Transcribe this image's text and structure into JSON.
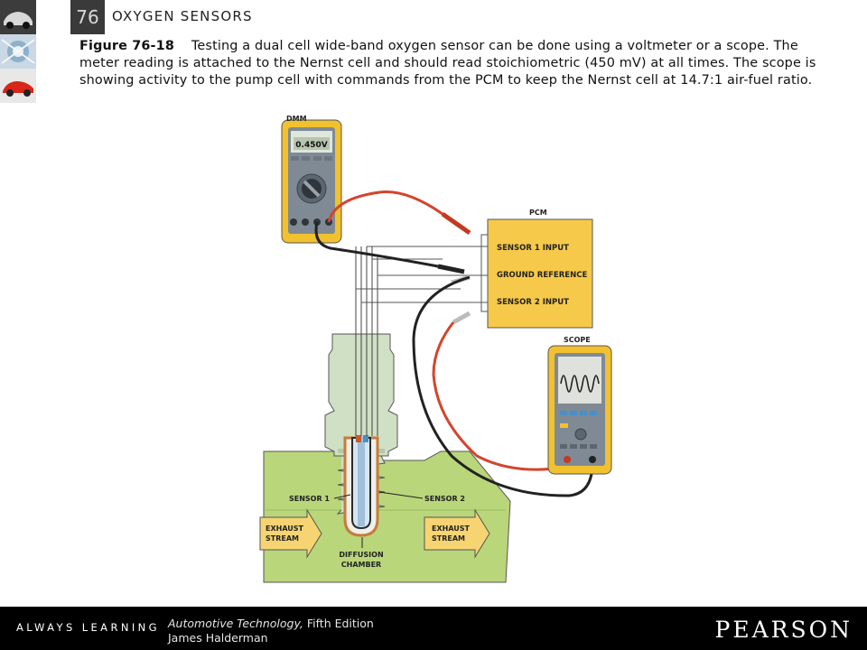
{
  "header": {
    "chapter_number": "76",
    "chapter_title": "OXYGEN SENSORS"
  },
  "caption": {
    "figure_label": "Figure 76-18",
    "text": "Testing a dual cell wide-band oxygen sensor can be done using a voltmeter or a scope. The meter reading is attached to the Nernst cell and should read stoichiometric (450 mV) at all times. The scope is showing activity to the pump cell with commands from the PCM to keep the Nernst cell at 14.7:1 air-fuel ratio."
  },
  "figure": {
    "dmm_label": "DMM",
    "dmm_reading": "0.450V",
    "pcm_label": "PCM",
    "pcm_inputs": [
      "SENSOR 1 INPUT",
      "GROUND REFERENCE",
      "SENSOR 2 INPUT"
    ],
    "scope_label": "SCOPE",
    "sensor1_label": "SENSOR 1",
    "sensor2_label": "SENSOR 2",
    "exhaust_left": [
      "EXHAUST",
      "STREAM"
    ],
    "exhaust_right": [
      "EXHAUST",
      "STREAM"
    ],
    "diffusion_label": [
      "DIFFUSION",
      "CHAMBER"
    ]
  },
  "footer": {
    "always_learning": "ALWAYS LEARNING",
    "book_title": "Automotive Technology,",
    "book_edition": " Fifth Edition",
    "author": "James Halderman",
    "brand": "PEARSON"
  }
}
